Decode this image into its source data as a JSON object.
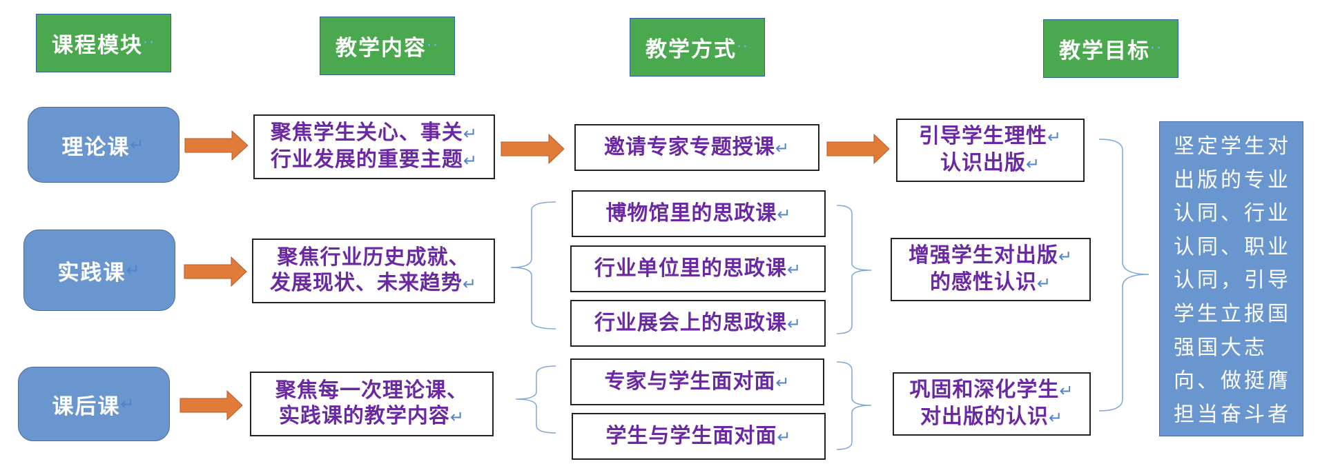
{
  "headers": [
    "课程模块",
    "教学内容",
    "教学方式",
    "教学目标"
  ],
  "modules": [
    "理论课",
    "实践课",
    "课后课"
  ],
  "contents": [
    [
      "聚焦学生关心、事关",
      "行业发展的重要主题"
    ],
    [
      "聚焦行业历史成就、",
      "发展现状、未来趋势"
    ],
    [
      "聚焦每一次理论课、",
      "实践课的教学内容"
    ]
  ],
  "methods": [
    "邀请专家专题授课",
    "博物馆里的思政课",
    "行业单位里的思政课",
    "行业展会上的思政课",
    "专家与学生面对面",
    "学生与学生面对面"
  ],
  "objectives": [
    [
      "引导学生理性",
      "认识出版"
    ],
    [
      "增强学生对出版",
      "的感性认识"
    ],
    [
      "巩固和深化学生",
      "对出版的认识"
    ]
  ],
  "goal": "坚定学生对出版的专业认同、行业认同、职业认同，引导学生立报国强国大志向、做挺膺担当奋斗者",
  "marks": {
    "return": "↵",
    "dots": "··"
  },
  "colors": {
    "header_green": "#4aa84e",
    "module_blue": "#6a96cf",
    "text_purple": "#6a28a2",
    "arrow_orange": "#e07b3a",
    "brace_blue": "#7aa7d8"
  }
}
